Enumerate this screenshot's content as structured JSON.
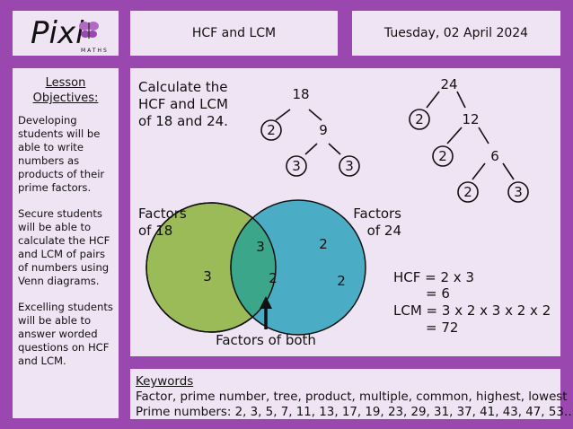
{
  "header": {
    "logo_text": "Pixi",
    "logo_subtext": "MATHS",
    "title": "HCF and LCM",
    "date": "Tuesday, 02 April 2024"
  },
  "objectives": {
    "heading": "Lesson Objectives",
    "items": [
      "Developing students will be able to write numbers as products of their prime factors.",
      "Secure students will be able to calculate the HCF and LCM of pairs of numbers using Venn diagrams.",
      "Excelling students will be able to answer worded questions on HCF and LCM."
    ]
  },
  "main": {
    "question": [
      "Calculate the",
      "HCF and LCM",
      "of 18 and 24."
    ],
    "tree_18": {
      "root": "18",
      "leaf_a": "2",
      "branch": "9",
      "leaf_b": "3",
      "leaf_c": "3"
    },
    "tree_24": {
      "root": "24",
      "leaf_a": "2",
      "branch_a": "12",
      "leaf_b": "2",
      "branch_b": "6",
      "leaf_c": "2",
      "leaf_d": "3"
    },
    "venn": {
      "left_label": [
        "Factors",
        "of 18"
      ],
      "right_label": [
        "Factors",
        "of 24"
      ],
      "left_only": "3",
      "both_top": "3",
      "both_bottom": "2",
      "right_top": "2",
      "right_bottom": "2",
      "both_caption": "Factors of both",
      "left_color": "#9bbb58",
      "right_color": "#4bacc6",
      "overlap_color": "#3ba68a"
    },
    "answers": {
      "hcf_line1": "HCF = 2 x 3",
      "hcf_line2": "= 6",
      "lcm_line1": "LCM = 3 x 2 x 3 x 2 x 2",
      "lcm_line2": "= 72"
    }
  },
  "keywords": {
    "heading": "Keywords",
    "line1": "Factor, prime number, tree, product, multiple, common, highest, lowest",
    "line2": "Prime numbers: 2, 3, 5, 7, 11, 13, 17, 19, 23, 29, 31, 37, 41, 43, 47, 53…"
  },
  "colors": {
    "frame": "#9a48b0",
    "panel": "#efe4f4"
  }
}
